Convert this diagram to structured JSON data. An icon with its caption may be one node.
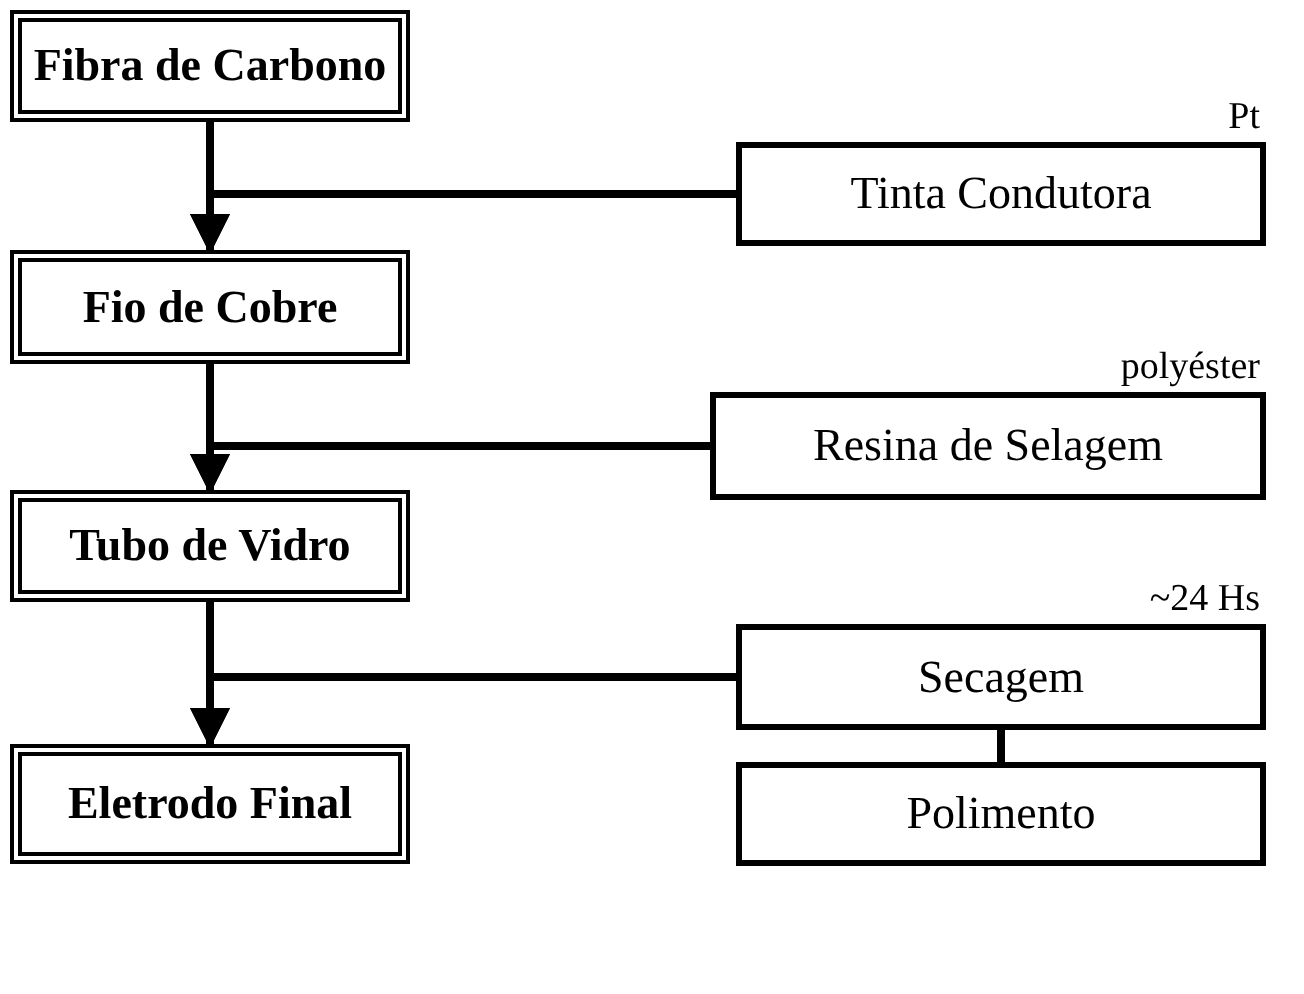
{
  "diagram": {
    "nodes": [
      {
        "text": [
          "Fibra de Carbono"
        ]
      },
      {
        "text": [
          "Tinta Condutora"
        ],
        "beside": [
          "Pt"
        ]
      },
      {
        "text": [
          "Fio de Cobre"
        ]
      },
      {
        "text": [
          "Resina de Selagem"
        ],
        "beside": [
          "polyéster"
        ]
      },
      {
        "text": [
          "Tubo de Vidro"
        ]
      },
      {
        "text": [
          "Secagem"
        ],
        "beside": [
          "~24 Hs"
        ]
      },
      {
        "text": [
          "Polimento"
        ]
      },
      {
        "text": [
          "Eletrodo Final"
        ]
      }
    ],
    "edges": [
      {
        "from": 0,
        "to": 2,
        "arrow": "to"
      },
      {
        "from": 1,
        "to": 2,
        "arrow": "to"
      },
      {
        "from": 2,
        "to": 4,
        "arrow": "to"
      },
      {
        "from": 3,
        "to": 4,
        "arrow": "to"
      },
      {
        "from": 4,
        "to": 7,
        "arrow": "to"
      },
      {
        "from": 5,
        "to": 7,
        "arrow": "to"
      },
      {
        "from": 5,
        "to": 6,
        "arrow": "none"
      }
    ]
  }
}
